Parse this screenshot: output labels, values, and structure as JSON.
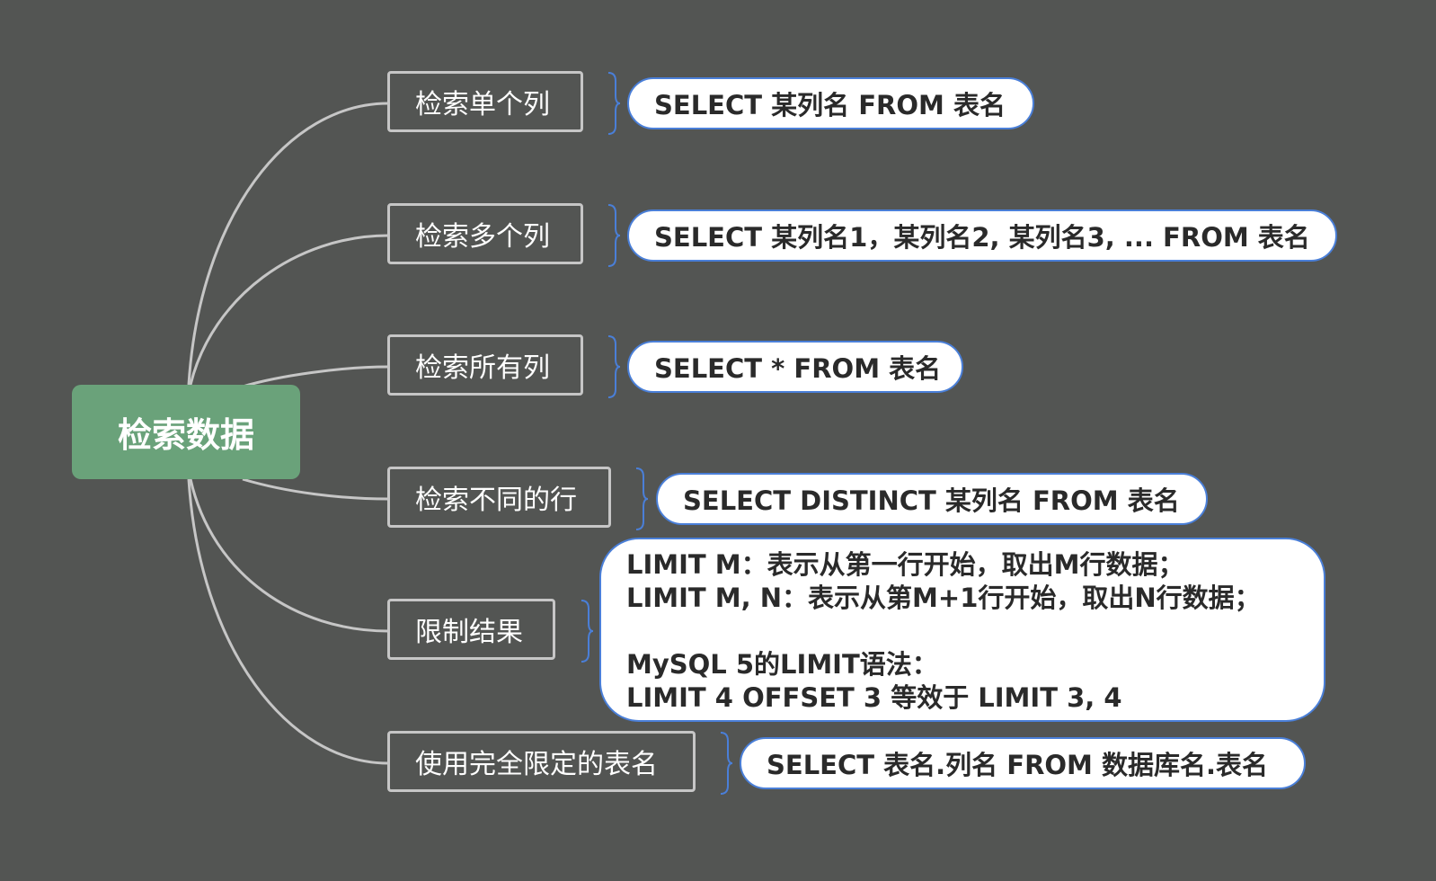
{
  "root": {
    "label": "检索数据"
  },
  "branches": [
    {
      "label": "检索单个列",
      "detail": [
        "SELECT 某列名 FROM 表名"
      ]
    },
    {
      "label": "检索多个列",
      "detail": [
        "SELECT 某列名1，某列名2, 某列名3, ... FROM 表名"
      ]
    },
    {
      "label": "检索所有列",
      "detail": [
        "SELECT * FROM 表名"
      ]
    },
    {
      "label": "检索不同的行",
      "detail": [
        "SELECT DISTINCT 某列名 FROM 表名"
      ]
    },
    {
      "label": "限制结果",
      "detail": [
        "LIMIT M：表示从第一行开始，取出M行数据；",
        "LIMIT M, N：表示从第M+1行开始，取出N行数据；",
        "",
        "MySQL 5的LIMIT语法：",
        "LIMIT 4 OFFSET 3 等效于 LIMIT 3, 4"
      ]
    },
    {
      "label": "使用完全限定的表名",
      "detail": [
        "SELECT 表名.列名 FROM 数据库名.表名"
      ]
    }
  ],
  "colors": {
    "background": "#535553",
    "root_fill": "#6aa27a",
    "connector": "#c6c6c6",
    "brace": "#4a7fd8",
    "leaf_fill": "#ffffff"
  }
}
